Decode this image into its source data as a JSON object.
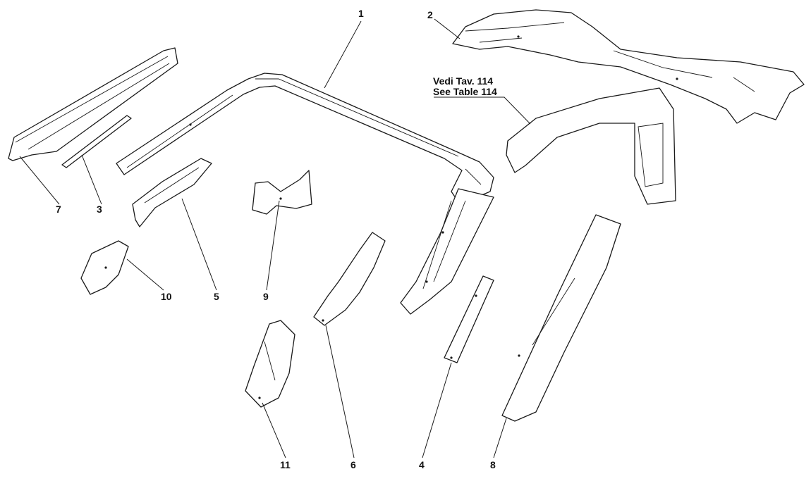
{
  "callouts": {
    "c1": "1",
    "c2": "2",
    "c3": "3",
    "c4": "4",
    "c5": "5",
    "c6": "6",
    "c7": "7",
    "c8": "8",
    "c9": "9",
    "c10": "10",
    "c11": "11"
  },
  "reference": {
    "line1": "Vedi Tav. 114",
    "line2": "See Table 114"
  }
}
